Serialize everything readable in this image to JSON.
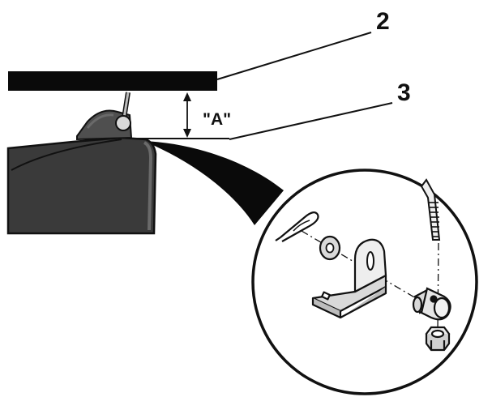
{
  "labels": {
    "callout_2": "2",
    "callout_3": "3",
    "dimension_a": "\"A\""
  },
  "colors": {
    "ink": "#111111",
    "body_dark": "#3a3a3a",
    "body_mid": "#4f4f4f",
    "body_light": "#6a6a6a",
    "part_light": "#d9d9d9",
    "background": "#ffffff"
  }
}
